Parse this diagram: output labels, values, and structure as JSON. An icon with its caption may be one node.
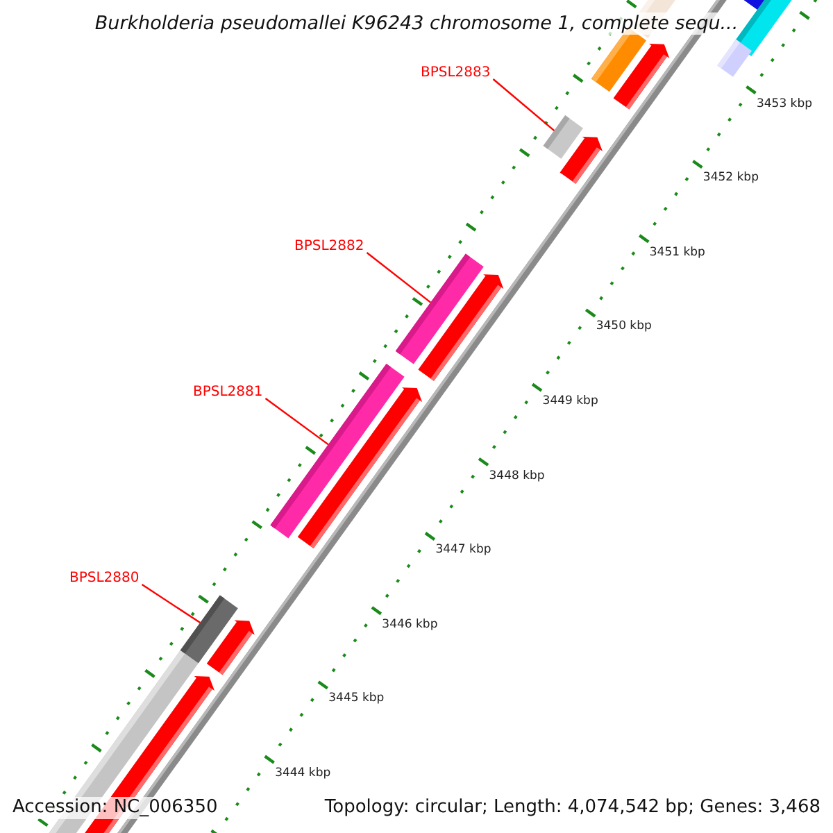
{
  "diagram": {
    "title": "Burkholderia pseudomallei K96243 chromosome 1, complete sequ...",
    "nodes": [
      {
        "text": [
          "BPSL2883"
        ]
      },
      {
        "text": [],
        "shape": "bar"
      },
      {
        "text": [
          "BPSL2882"
        ]
      },
      {
        "text": [],
        "shape": "bar"
      },
      {
        "text": [
          "BPSL2881"
        ]
      },
      {
        "text": [],
        "shape": "bar"
      },
      {
        "text": [
          "BPSL2880"
        ]
      },
      {
        "text": [],
        "shape": "bar"
      }
    ],
    "edges": [
      {
        "from": 0,
        "to": 1,
        "arrow": "none"
      },
      {
        "from": 2,
        "to": 3,
        "arrow": "none"
      },
      {
        "from": 4,
        "to": 5,
        "arrow": "none"
      },
      {
        "from": 6,
        "to": 7,
        "arrow": "none"
      }
    ],
    "labels": [
      "3453 kbp",
      "3452 kbp",
      "3451 kbp",
      "3450 kbp",
      "3449 kbp",
      "3448 kbp",
      "3447 kbp",
      "3446 kbp",
      "3445 kbp",
      "3444 kbp",
      "Accession: NC_006350",
      "Topology: circular; Length: 4,074,542 bp; Genes: 3,468"
    ]
  }
}
